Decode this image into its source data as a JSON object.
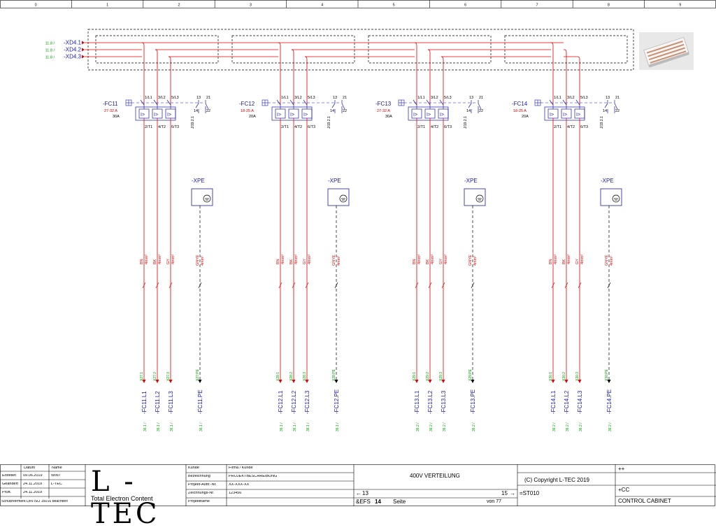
{
  "columns": [
    "0",
    "1",
    "2",
    "3",
    "4",
    "5",
    "6",
    "7",
    "8",
    "9"
  ],
  "xd_terminals": [
    {
      "ref": "11.8 /",
      "label": "-XD4.1"
    },
    {
      "ref": "11.8 /",
      "label": "-XD4.2"
    },
    {
      "ref": "11.8 /",
      "label": "-XD4.3"
    }
  ],
  "breaker_contacts": {
    "l1_in": "1/L1",
    "l2_in": "3/L2",
    "l3_in": "5/L3",
    "l1_out": "2/T1",
    "l2_out": "4/T2",
    "l3_out": "6/T3",
    "aux_a_top": "13",
    "aux_b_top": "21",
    "aux_a_bot": "14",
    "aux_b_bot": "22",
    "aux_ref": "J/19.2.1",
    "trip_symbol": "I>"
  },
  "breakers": [
    {
      "name": "-FC11",
      "range": "27-32 A",
      "rating": "30A",
      "wires": [
        {
          "color": "BN",
          "size": "4mm²",
          "xref": "X27:1",
          "target": "-FC11.L1"
        },
        {
          "color": "BK",
          "size": "4mm²",
          "xref": "X27:2",
          "target": "-FC11.L2"
        },
        {
          "color": "GY",
          "size": "4mm²",
          "xref": "X27:3",
          "target": "-FC11.L3"
        }
      ],
      "pe": {
        "color": "GNYE",
        "size": "4mm²",
        "xref": "X27:PE",
        "target": "-FC11.PE"
      },
      "target_ref": "36.1 /"
    },
    {
      "name": "-FC12",
      "range": "18-25 A",
      "rating": "20A",
      "wires": [
        {
          "color": "BN",
          "size": "4mm²",
          "xref": "X28:1",
          "target": "-FC12.L1"
        },
        {
          "color": "BK",
          "size": "4mm²",
          "xref": "X28:2",
          "target": "-FC12.L2"
        },
        {
          "color": "GY",
          "size": "4mm²",
          "xref": "X28:3",
          "target": "-FC12.L3"
        }
      ],
      "pe": {
        "color": "GNYE",
        "size": "4mm²",
        "xref": "X28:PE",
        "target": "-FC12.PE"
      },
      "target_ref": "36.1 /"
    },
    {
      "name": "-FC13",
      "range": "27-32 A",
      "rating": "30A",
      "wires": [
        {
          "color": "BN",
          "size": "4mm²",
          "xref": "X29:1",
          "target": "-FC13.L1"
        },
        {
          "color": "BK",
          "size": "4mm²",
          "xref": "X29:2",
          "target": "-FC13.L2"
        },
        {
          "color": "GY",
          "size": "4mm²",
          "xref": "X29:3",
          "target": "-FC13.L3"
        }
      ],
      "pe": {
        "color": "GNYE",
        "size": "4mm²",
        "xref": "X29:PE",
        "target": "-FC13.PE"
      },
      "target_ref": "36.2 /"
    },
    {
      "name": "-FC14",
      "range": "18-25 A",
      "rating": "20A",
      "wires": [
        {
          "color": "BN",
          "size": "4mm²",
          "xref": "X30:1",
          "target": "-FC14.L1"
        },
        {
          "color": "BK",
          "size": "4mm²",
          "xref": "X30:2",
          "target": "-FC14.L2"
        },
        {
          "color": "GY",
          "size": "4mm²",
          "xref": "X30:3",
          "target": "-FC14.L3"
        }
      ],
      "pe": {
        "color": "GNYE",
        "size": "4mm²",
        "xref": "X30:PE",
        "target": "-FC14.PE"
      },
      "target_ref": "36.2 /"
    }
  ],
  "pe_terminal_label": "-XPE",
  "colors": {
    "power": "#e00000",
    "blue": "#1a1ab0",
    "green": "#00a000",
    "dash": "#000000"
  },
  "title_block": {
    "hdr_datum": "Datum",
    "hdr_name": "Name",
    "rows": [
      {
        "label": "Erstellet",
        "date": "09.06.2019",
        "name": "WIN7"
      },
      {
        "label": "Geändert",
        "date": "24.11.2019",
        "name": "L-TEC"
      },
      {
        "label": "Prüft.",
        "date": "24.11.2019",
        "name": ""
      }
    ],
    "protection": "Schutzvermerk DIN ISO 16016 beachten!",
    "logo_text": "L - TEC",
    "logo_sub": "Total Electron Content",
    "fields": [
      {
        "label": "Kunde",
        "value": "Firma / Kunde"
      },
      {
        "label": "Bezeichnung",
        "value": "PROJEKTBESCHREIBUNG"
      },
      {
        "label": "Projekt-Auftr.-Nr.",
        "value": "XX-XXX-XX"
      },
      {
        "label": "Zeichnungs-Nr.",
        "value": "123456"
      },
      {
        "label": "Projektname",
        "value": ""
      }
    ],
    "drawing_title": "400V VERTEILUNG",
    "prev_page": "13",
    "next_page": "15",
    "arrow_left": "←",
    "arrow_right": "→",
    "doc_code": "&EFS",
    "page_no": "14",
    "page_word": "Seite",
    "total": "von 77",
    "copyright": "(C) Copyright L-TEC 2019",
    "plus_plus": "++",
    "equipment": "=ST010",
    "location": "+CC",
    "cabinet": "CONTROL CABINET"
  }
}
